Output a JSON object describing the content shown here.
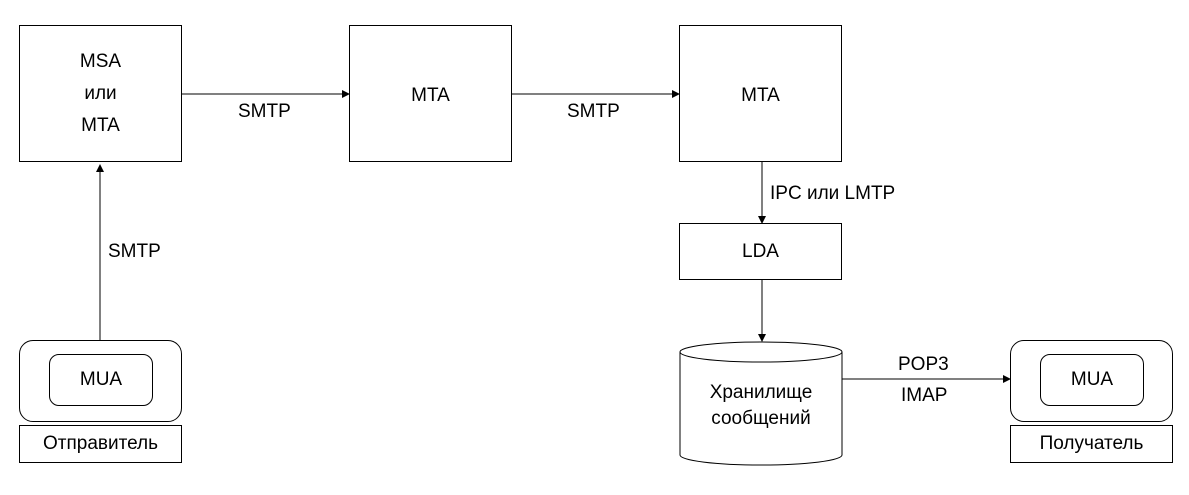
{
  "nodes": {
    "msa_mta": {
      "lines": [
        "MSA",
        "или",
        "MTA"
      ]
    },
    "mta1": {
      "label": "MTA"
    },
    "mta2": {
      "label": "MTA"
    },
    "lda": {
      "label": "LDA"
    },
    "storage": {
      "lines": [
        "Хранилище",
        "сообщений"
      ]
    },
    "sender": {
      "mua_label": "MUA",
      "caption": "Отправитель"
    },
    "recipient": {
      "mua_label": "MUA",
      "caption": "Получатель"
    }
  },
  "edges": {
    "mua_to_msa": "SMTP",
    "msa_to_mta1": "SMTP",
    "mta1_to_mta2": "SMTP",
    "mta2_to_lda": "IPC или LMTP",
    "storage_to_mua": [
      "POP3",
      "IMAP"
    ]
  }
}
